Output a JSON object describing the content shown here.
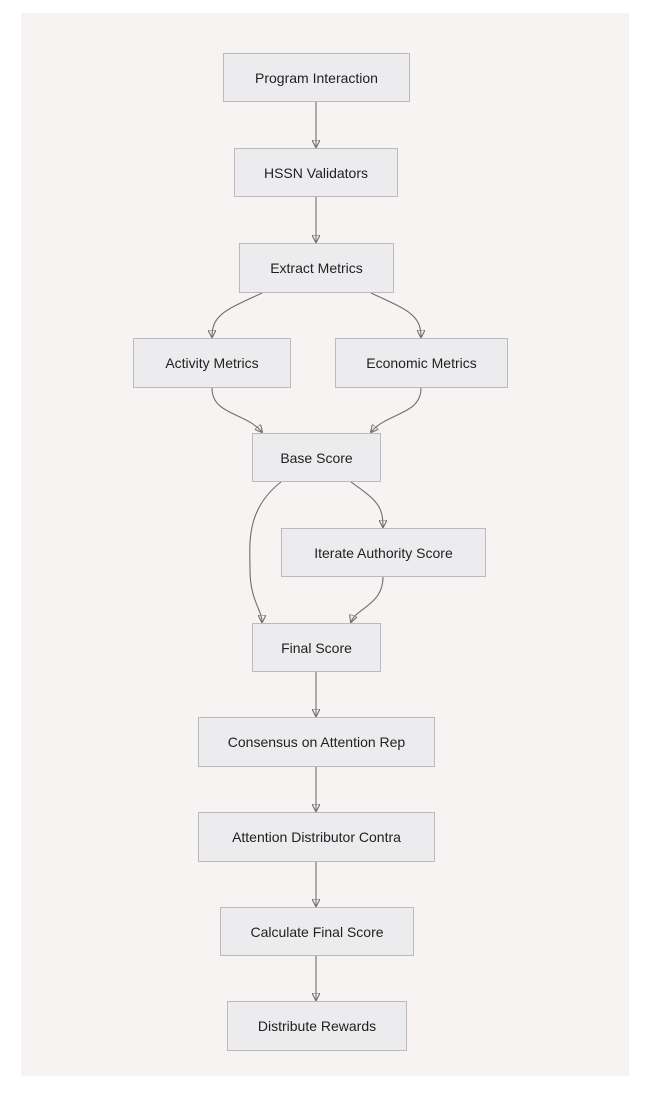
{
  "diagram": {
    "nodes": {
      "program_interaction": "Program Interaction",
      "hssn_validators": "HSSN Validators",
      "extract_metrics": "Extract Metrics",
      "activity_metrics": "Activity Metrics",
      "economic_metrics": "Economic Metrics",
      "base_score": "Base Score",
      "iterate_authority_score": "Iterate Authority Score",
      "final_score": "Final Score",
      "consensus": "Consensus on Attention Rep",
      "attention_distributor": "Attention Distributor Contra",
      "calculate_final_score": "Calculate Final Score",
      "distribute_rewards": "Distribute Rewards"
    },
    "edges": [
      [
        "Program Interaction",
        "HSSN Validators"
      ],
      [
        "HSSN Validators",
        "Extract Metrics"
      ],
      [
        "Extract Metrics",
        "Activity Metrics"
      ],
      [
        "Extract Metrics",
        "Economic Metrics"
      ],
      [
        "Activity Metrics",
        "Base Score"
      ],
      [
        "Economic Metrics",
        "Base Score"
      ],
      [
        "Base Score",
        "Iterate Authority Score"
      ],
      [
        "Base Score",
        "Final Score"
      ],
      [
        "Iterate Authority Score",
        "Final Score"
      ],
      [
        "Final Score",
        "Consensus on Attention Rep"
      ],
      [
        "Consensus on Attention Rep",
        "Attention Distributor Contra"
      ],
      [
        "Attention Distributor Contra",
        "Calculate Final Score"
      ],
      [
        "Calculate Final Score",
        "Distribute Rewards"
      ]
    ],
    "colors": {
      "background": "#f7f3f2",
      "node_fill": "#ececee",
      "node_border": "#b9b9be",
      "edge": "#6f6f6f"
    }
  }
}
